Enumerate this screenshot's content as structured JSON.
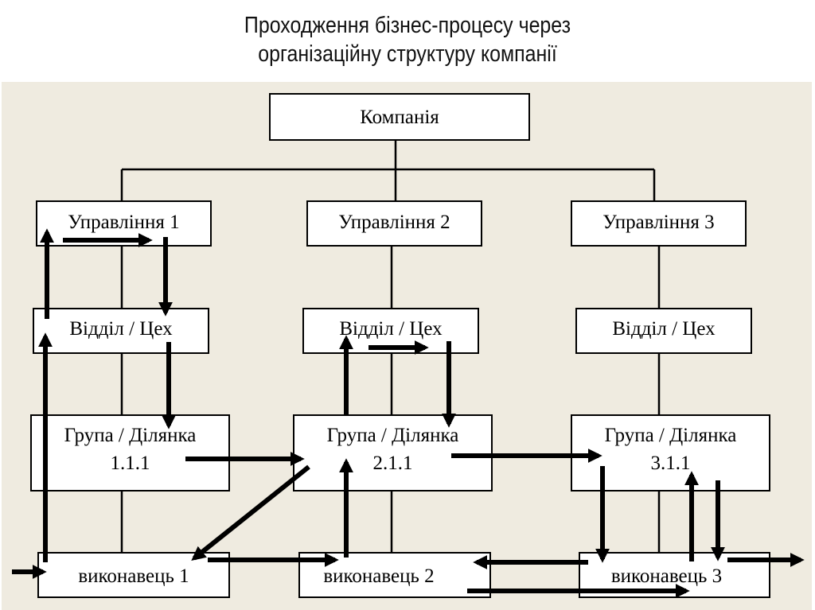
{
  "title": {
    "line1": "Проходження бізнес-процесу через",
    "line2": "організаційну структуру компанії"
  },
  "diagram": {
    "root": {
      "label": "Компанія"
    },
    "columns": [
      {
        "management": "Управління 1",
        "department": "Відділ / Цех",
        "group": {
          "line1": "Група / Ділянка",
          "line2": "1.1.1"
        },
        "executor": "виконавець 1"
      },
      {
        "management": "Управління 2",
        "department": "Відділ / Цех",
        "group": {
          "line1": "Група / Ділянка",
          "line2": "2.1.1"
        },
        "executor": "виконавець 2"
      },
      {
        "management": "Управління 3",
        "department": "Відділ / Цех",
        "group": {
          "line1": "Група / Ділянка",
          "line2": "3.1.1"
        },
        "executor": "виконавець 3"
      }
    ],
    "process_flow": [
      "вхід → виконавець 1",
      "виконавець 1 → Відділ / Цех (1)",
      "Відділ / Цех (1) → Управління 1",
      "Управління 1 → Відділ / Цех (1)",
      "Відділ / Цех (1) → Група / Ділянка 1.1.1",
      "Група / Ділянка 1.1.1 → Група / Ділянка 2.1.1",
      "Група / Ділянка 2.1.1 → виконавець 1",
      "виконавець 1 → виконавець 2",
      "виконавець 2 → Група / Ділянка 2.1.1",
      "Група / Ділянка 2.1.1 → Відділ / Цех (2)",
      "Відділ / Цех (2) → Група / Ділянка 2.1.1",
      "Група / Ділянка 2.1.1 → Група / Ділянка 3.1.1",
      "Група / Ділянка 3.1.1 → виконавець 3",
      "виконавець 3 → виконавець 2",
      "виконавець 2 → виконавець 3",
      "виконавець 3 → Група / Ділянка 3.1.1",
      "Група / Ділянка 3.1.1 → виконавець 3",
      "виконавець 3 → вихід"
    ]
  },
  "colors": {
    "background": "#efebe0",
    "box_fill": "#ffffff",
    "stroke": "#000000"
  }
}
